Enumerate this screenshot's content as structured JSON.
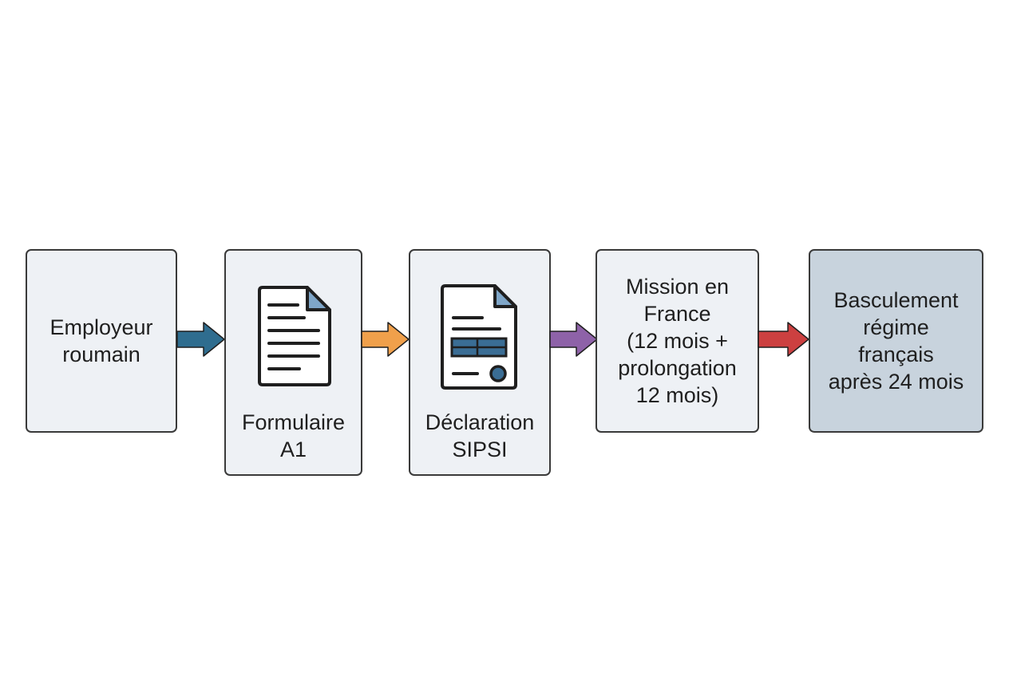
{
  "diagram": {
    "steps": [
      {
        "label": "Employeur\nroumain"
      },
      {
        "label": "Formulaire\nA1",
        "icon": "document-icon"
      },
      {
        "label": "Déclaration\nSIPSI",
        "icon": "form-document-icon"
      },
      {
        "label": "Mission en\nFrance\n(12 mois +\nprolongation\n12 mois)"
      },
      {
        "label": "Basculement\nrégime\nfrançais\naprès 24 mois"
      }
    ],
    "arrows": [
      {
        "color": "#2f6d8f"
      },
      {
        "color": "#f0a04b"
      },
      {
        "color": "#8e62a8"
      },
      {
        "color": "#cc4040"
      }
    ],
    "final_box_color": "#c8d3dd",
    "box_color": "#eef1f5"
  }
}
